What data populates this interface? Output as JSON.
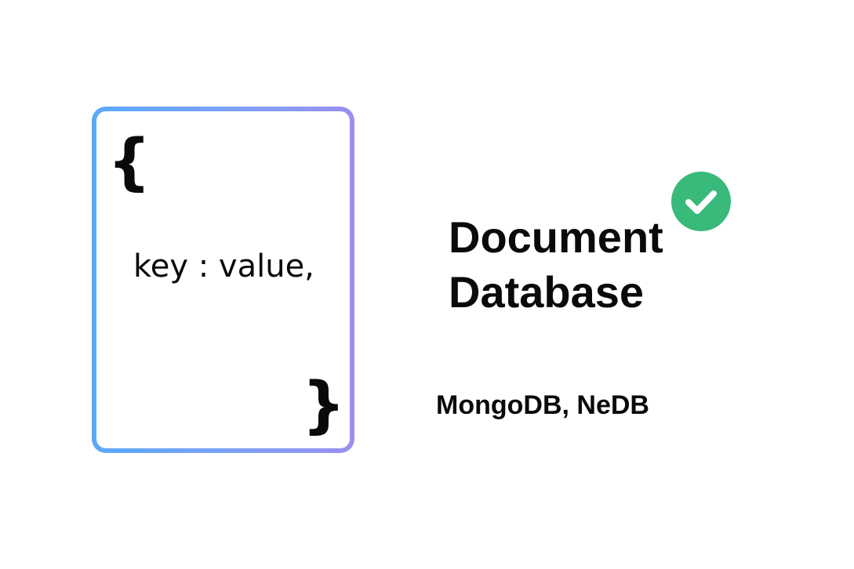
{
  "document_card": {
    "open_brace": "{",
    "key_value": "key : value,",
    "close_brace": "}",
    "border_gradient": [
      "#5aa9f8",
      "#9a8ff0"
    ]
  },
  "title": {
    "line1": "Document",
    "line2": "Database"
  },
  "badge": {
    "icon": "checkmark-icon",
    "color": "#39b97a"
  },
  "examples": "MongoDB, NeDB"
}
